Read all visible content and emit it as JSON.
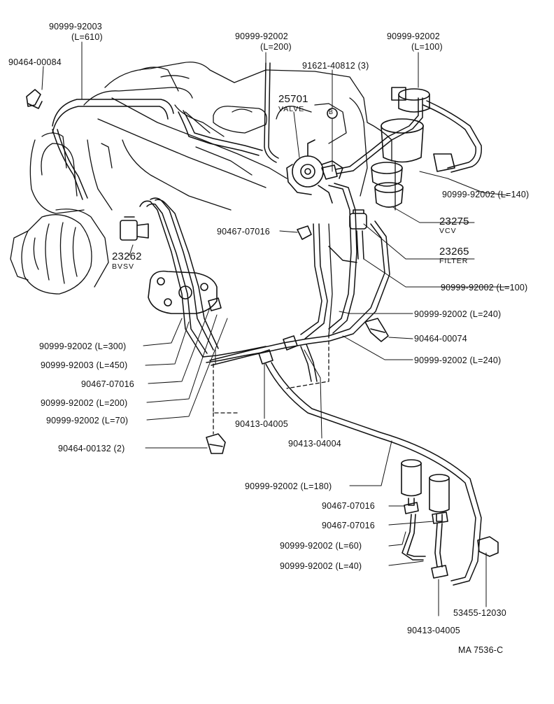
{
  "labels": {
    "p_90999_92003": "90999-92003",
    "p_90999_92003_len": "(L=610)",
    "p_90464_00084": "90464-00084",
    "p_90999_92002_a": "90999-92002",
    "p_90999_92002_a_len": "(L=200)",
    "p_91621_40812": "91621-40812 (3)",
    "p_90999_92002_b": "90999-92002",
    "p_90999_92002_b_len": "(L=100)",
    "valve_num": "25701",
    "valve_name": "VALVE",
    "circle_b": "B",
    "p_l140": "90999-92002 (L=140)",
    "vcv_num": "23275",
    "vcv_name": "VCV",
    "p_90467_07016_a": "90467-07016",
    "filter_num": "23265",
    "filter_name": "FILTER",
    "bvsv_num": "23262",
    "bvsv_name": "BVSV",
    "p_l100": "90999-92002 (L=100)",
    "p_l240_a": "90999-92002 (L=240)",
    "p_90464_00074": "90464-00074",
    "p_l240_b": "90999-92002 (L=240)",
    "p_l300": "90999-92002 (L=300)",
    "p_l450": "90999-92003 (L=450)",
    "p_90467_07016_b": "90467-07016",
    "p_l200": "90999-92002 (L=200)",
    "p_l70": "90999-92002 (L=70)",
    "p_90413_04005_a": "90413-04005",
    "p_90464_00132": "90464-00132 (2)",
    "p_90413_04004": "90413-04004",
    "p_l180": "90999-92002 (L=180)",
    "p_90467_07016_c": "90467-07016",
    "p_90467_07016_d": "90467-07016",
    "p_l60": "90999-92002 (L=60)",
    "p_l40": "90999-92002 (L=40)",
    "p_53455_12030": "53455-12030",
    "p_90413_04005_b": "90413-04005",
    "figure_id": "MA 7536-C"
  }
}
